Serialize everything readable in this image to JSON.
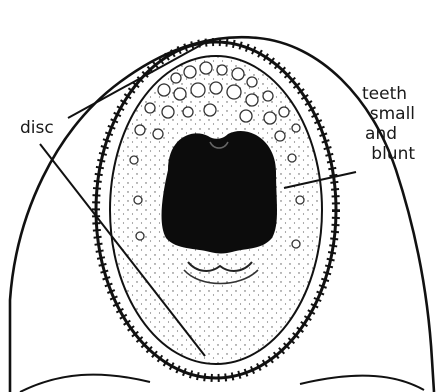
{
  "labels": {
    "disc": "disc",
    "teeth": [
      "teeth",
      "small",
      "and",
      "blunt"
    ]
  }
}
